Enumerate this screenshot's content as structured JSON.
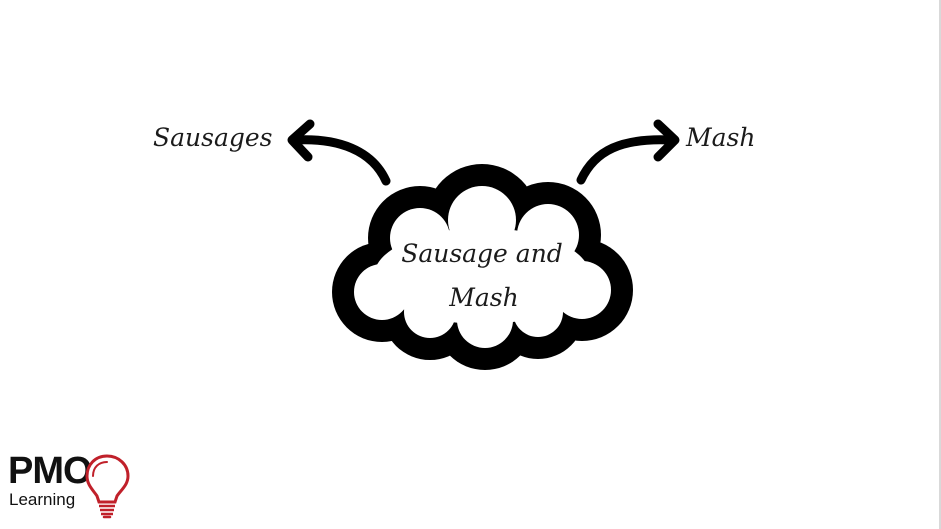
{
  "diagram": {
    "center_label_line1": "Sausage and",
    "center_label_line2": "Mash",
    "left_label": "Sausages",
    "right_label": "Mash",
    "colors": {
      "ink": "#000000",
      "text": "#1b1b1b"
    }
  },
  "logo": {
    "main": "PMO",
    "sub": "Learning",
    "accent_color": "#c0202a",
    "icon": "lightbulb-icon"
  }
}
